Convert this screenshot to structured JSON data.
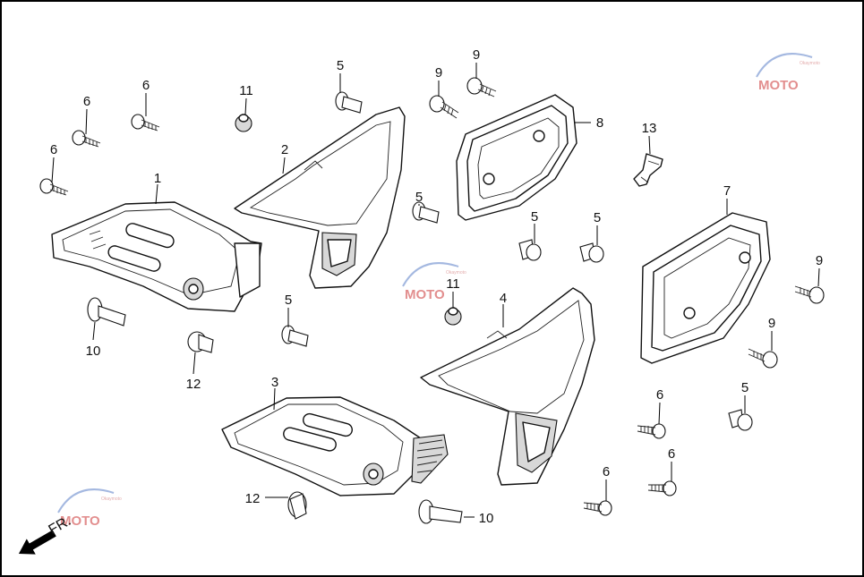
{
  "callouts": [
    "1",
    "2",
    "3",
    "4",
    "5",
    "6",
    "7",
    "8",
    "9",
    "10",
    "11",
    "12",
    "13"
  ],
  "direction": {
    "label": "FR."
  },
  "watermark": {
    "brand": "MOTO",
    "tagline": "Okaymoto"
  }
}
